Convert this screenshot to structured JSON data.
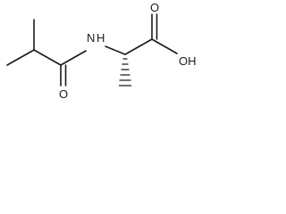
{
  "molecule": {
    "atoms": {
      "nitrogen": "N",
      "hydrogen_on_nitrogen": "H",
      "carbonyl_oxygen_amide": "O",
      "carbonyl_oxygen_acid": "O",
      "hydroxyl": "OH"
    },
    "colors": {
      "bond": "#1a1a1a",
      "background": "#ffffff"
    }
  }
}
